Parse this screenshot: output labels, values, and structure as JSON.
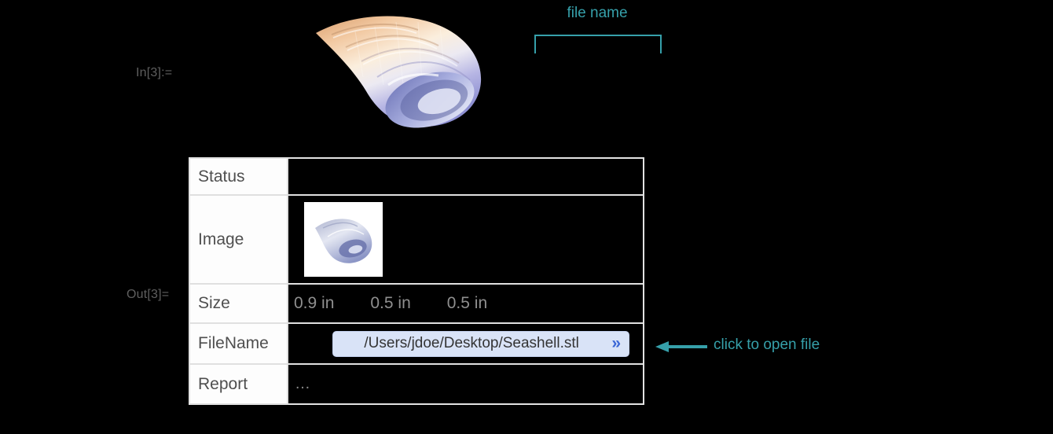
{
  "labels": {
    "in": "In[3]:=",
    "out": "Out[3]="
  },
  "annotations": {
    "file_name_callout": "file name",
    "click_to_open_callout": "click to open file"
  },
  "table": {
    "rows": {
      "status": {
        "label": "Status",
        "value": ""
      },
      "image": {
        "label": "Image"
      },
      "size": {
        "label": "Size",
        "values": [
          "0.9 in",
          "0.5 in",
          "0.5 in"
        ]
      },
      "filename": {
        "label": "FileName",
        "path": "/Users/jdoe/Desktop/Seashell.stl",
        "open_glyph": "»"
      },
      "report": {
        "label": "Report",
        "value": "…"
      }
    }
  },
  "colors": {
    "callout_teal": "#36a0aa",
    "open_link_blue": "#3a66d6",
    "filename_field_bg": "#d9e3f7",
    "table_border": "#e0e0e0",
    "key_cell_bg": "#fdfdfd"
  }
}
